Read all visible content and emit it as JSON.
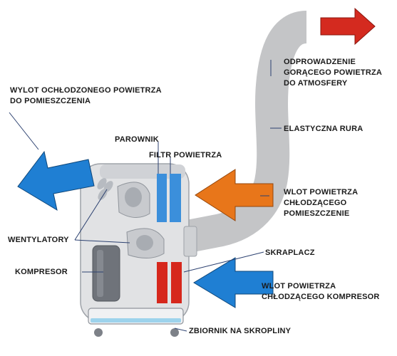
{
  "labels": {
    "cooled_air_outlet": [
      "WYLOT OCHŁODZONEGO POWIETRZA",
      "DO POMIESZCZENIA"
    ],
    "hot_air_exhaust": [
      "ODPROWADZENIE",
      "GORĄCEGO POWIETRZA",
      "DO ATMOSFERY"
    ],
    "flexible_hose": "ELASTYCZNA RURA",
    "evaporator": "PAROWNIK",
    "air_filter": "FILTR POWIETRZA",
    "room_air_inlet": [
      "WLOT POWIETRZA",
      "CHŁODZĄCEGO",
      "POMIESZCZENIE"
    ],
    "fans": "WENTYLATORY",
    "condenser": "SKRAPLACZ",
    "compressor": "KOMPRESOR",
    "compressor_air_inlet": [
      "WLOT POWIETRZA",
      "CHŁODZĄCEGO KOMPRESOR"
    ],
    "condensate_tank": "ZBIORNIK NA SKROPLINY"
  },
  "colors": {
    "cold_arrow": "#1f7fd3",
    "hot_arrow": "#d42a1f",
    "warm_arrow": "#e8761a",
    "hose": "#c4c5c7",
    "unit_body": "#e1e2e4",
    "filter_blue": "#3b8fdb",
    "condenser_red": "#d6271c",
    "leader_line": "#2c4170"
  }
}
